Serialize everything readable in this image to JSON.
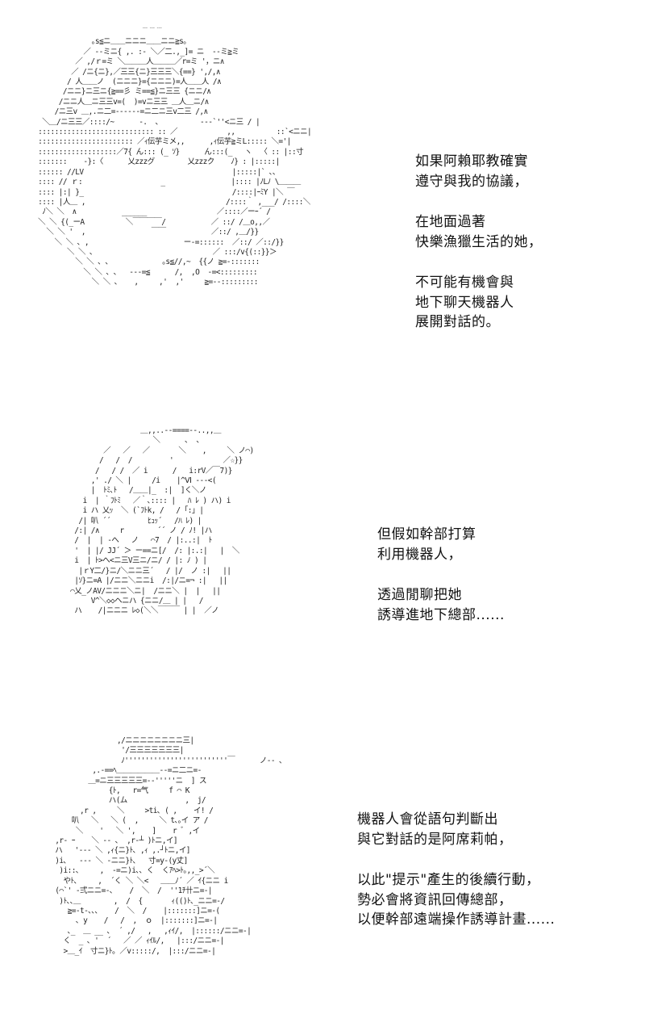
{
  "panels": [
    {
      "art": "                          ﹉﹉﹉\n              ｡s≦ニ＿＿ニニニ＿＿ニニ≧s｡\n            ／ --ミニ{ ,. :- ＼／二.,_]= ニ  --ミ≧ミ\n          ／ ,/ｒ=ミ ＼＿＿＿人＿＿＿／r=ミ '，ニ∧\n         ／ /ニ{ニ},／三三{ニ}三三三＼{==} ',/,∧\n        / 人＿＿ノ  (ニニニ}={ニニニ)=人＿＿人 /∧\n       /ニニ}ニ三ニ{≧==彡 ミ==≦}ニ三三 {ニニ/∧\n      /ニニ人＿ニ三三v=(  )=vニ三三 ＿人＿ニ/∧\n     /ニ三v ＿,.ニ二=‐‐‐‐‐‐=ニ二ニ三v二三 /,∧\n  ＼＿/ニ三三／::::/~      -.  ､          --‐`''<ニ三 / |\n :::::::::::::::::::::::::::: :: ／            ,,          ::`<ニニ|\n ::::::::::::::::::::::: ／ｨ伝芋ミメ,,      ,ｨ伝芋≧ミL::::: ＼='|\n :::::::::::::::::::／7{ ん::: (_ ｿ}      ん:::(_   ヽ  〈 :: |::寸\n :::::::    -}:〈      乂zzzグ        乂zzzク    ﾉ} : |:::::|\n :::::: //LV                                    |:::::|` ､､\n :::: // ｒ:                   _                |:::: |ﾉLﾉ \\＿＿＿\n :::: |:| }_                                    /::::|ｰﾐY |＼ ￣\n :::: |人＿ ,                                  /::::｀ ,___/ /::::＼\n  ﾉ＼ ＼  ∧           ______                 ／::::／ーｰ´ /\n ＼ ＼ {(_ーA          ＼￣￣￣￣/           ／ ::/ /＿o,,／\n   ＼ ＼ '  ,                ￣￣           ／::/ ,＿/}}\n     ＼ ＼ ､ ,                       ー-=::::::  ／::/ ／::/}}\n        ＼ ＼ ､                             ／ :::/v{(::}}＞\n          ＼ ＼ ､ ､             ｡s≦//,~  {{ノ ≧=-:::::::\n            ＼ ＼ ､ ､   ‐‐-=≦      /,  ,O  -=<:::::::::\n              ＼ ＼ ､    ,     ,'  ,'     ≧=--:::::::::",
      "lines": [
        [
          "如果阿賴耶教確實",
          "遵守與我的協議，"
        ],
        [
          "在地面過著",
          "快樂漁獵生活的她，"
        ],
        [
          "不可能有機會與",
          "地下聊天機器人",
          "展開對話的。"
        ]
      ]
    },
    {
      "art": "                  ＿,,..-‐====‐-..,,＿\n                     ＼      ､  ､\n         ／   ／   ／       ＼    ,     ＼ ノ⌒)\n        /   /  /         '            ／☆}}\n       /   / /  ／ i      /   i:rV／￣7)}\n      ,' ./ ＼ |     /i    |^Ⅵ ---<(\n      |  ﾄﾐ､ﾄ   /＿＿|_  :|  ]く＼ノ\n    i  | ｀ﾌﾄﾐ   ／｀､:::: |   ﾊ ﾚ ) ハ) i\n    i ハ 乂ｯ  ＼ (`ﾌﾄk, /   / ｢:｣ |\n   /| 叭 ´´         ﾋｭｯ´   /ﾊ ﾚ) |\n  /:| /∧     r        ´´ ノ / ﾉ! |ハ\n  /  |  | -へ   ノ   ⌒7  / |:..:|  ﾄ\n  '  | |/ JJ´ ＞ ー==ニ[/  /: |:.:|   |  ＼\n  i  | ﾄ>へ<ニ三V三ニ/ニ/ / |: ﾉ ) |\n   |ｒY二/}ニ/＼ニニ三´   / |/  ノ :|   ||\n  |ｿ}ニ=A |/ニニ＼ニニi  /:|/ニ=¬ :|   ||\n ⌒乂_ノAV/ニニニ＼ニ|  /ニニ＼ |  |   ||\n      V^＼◇◇ヘニハ {ニニ/＿ | |   /\n  ハ    /|ニニニ ﾚ◇(＼＼￣￣￣ | |  ／ノ",
      "lines": [
        [
          "但假如幹部打算",
          "利用機器人，"
        ],
        [
          "透過閒聊把她",
          "誘導進地下總部......"
        ]
      ]
    },
    {
      "art": "                 ,/ニニニニニニニニ三|\n                  '/三三三三三三三|\n                  ﾉ'''''''''''''''''''''''''￣      ノ-- ､\n           ,.-==ﾍ＿＿＿＿＿＿--=ニ二ニ=-\n          ＿=ニ三三三三三=-‐'''''ニ  ] ス\n               {ﾄ,   r=气     f ⌒ K\n               ハ(ム              ,  j/\n        ,r ,     ＼     >ti､ ( ,    イ! /\n      叭   ＼   ＼ (  ,     ＼ t､｡イ ア /\n       ＼    '   ＼ ',    ]    r ﾞ ,イ\n  ,r- ｰ    ＼ -- ､  ,r‐┴ )ﾄニ,イ]\n  ハ   '--- ＼ ,ｨ{ニ}ﾄ､ ,ｨ ,.┘ﾄニ,イ]\n  )i､   --- ＼ -ニニ}ﾄ､   寸=y-(y丈]\n   )i::､     ,  -=ニ)i､､ く  くｱﾍ>ﾄ｡,,_>´＼\n    やﾄ､     ,  ´く ＼ ＼<   ＿＿ﾉ´ ／ ｲ{ニニ i\n  (⌒`' -弍ニニ=-､    /  ＼  /  ''1ﾁ卄ニ=-|\n   )ﾄ､､＿        ,  /  {       ｨ(()ﾄ､_ニニ=-/\n     ≧=-t-､､､    /  ＼  /    |:::::::]ニ=-(\n       ､ y    /   /  ,  ｏ  |:::::::]ニ=-|\n     ､_  ＿ __ ､  ´ ,/   ,   ,ｨｲ/,  |::::::/ニニ=-|\n    く  _ ､ '  ´   ／ ／ ｨｲﾙ/,   |:::/ニニ=-|\n    >＿_ｲ  寸ニ}ﾄ｡ ／v:::::/,  |:::/ニニ=-|",
      "lines": [
        [
          "機器人會從語句判斷出",
          "與它對話的是阿席莉帕，"
        ],
        [
          "以此\"提示\"產生的後續行動，",
          "勢必會將資訊回傳總部，",
          "以便幹部遠端操作誘導計畫......"
        ]
      ]
    }
  ]
}
